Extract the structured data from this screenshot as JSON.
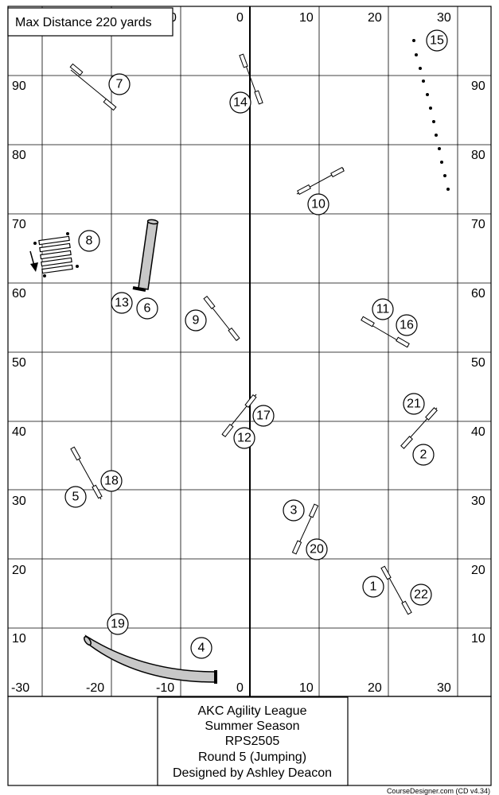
{
  "header": {
    "max_distance": "Max Distance 220 yards"
  },
  "axis": {
    "top_labels": [
      "0",
      "10",
      "20",
      "30"
    ],
    "bottom_labels": [
      "-30",
      "-20",
      "-10",
      "0",
      "10",
      "20",
      "30"
    ],
    "left_labels": [
      "90",
      "80",
      "70",
      "60",
      "50",
      "40",
      "30",
      "20",
      "10"
    ],
    "right_labels": [
      "90",
      "80",
      "70",
      "60",
      "50",
      "40",
      "30",
      "20",
      "10"
    ],
    "partial_top_label": "0"
  },
  "obstacle_numbers": [
    "1",
    "2",
    "3",
    "4",
    "5",
    "6",
    "7",
    "8",
    "9",
    "10",
    "11",
    "12",
    "13",
    "14",
    "15",
    "16",
    "17",
    "18",
    "19",
    "20",
    "21",
    "22"
  ],
  "info": {
    "lines": [
      "AKC Agility League",
      "Summer Season",
      "RPS2505",
      "Round 5 (Jumping)",
      "Designed by Ashley Deacon"
    ]
  },
  "credit": "CourseDesigner.com (CD v4.34)"
}
